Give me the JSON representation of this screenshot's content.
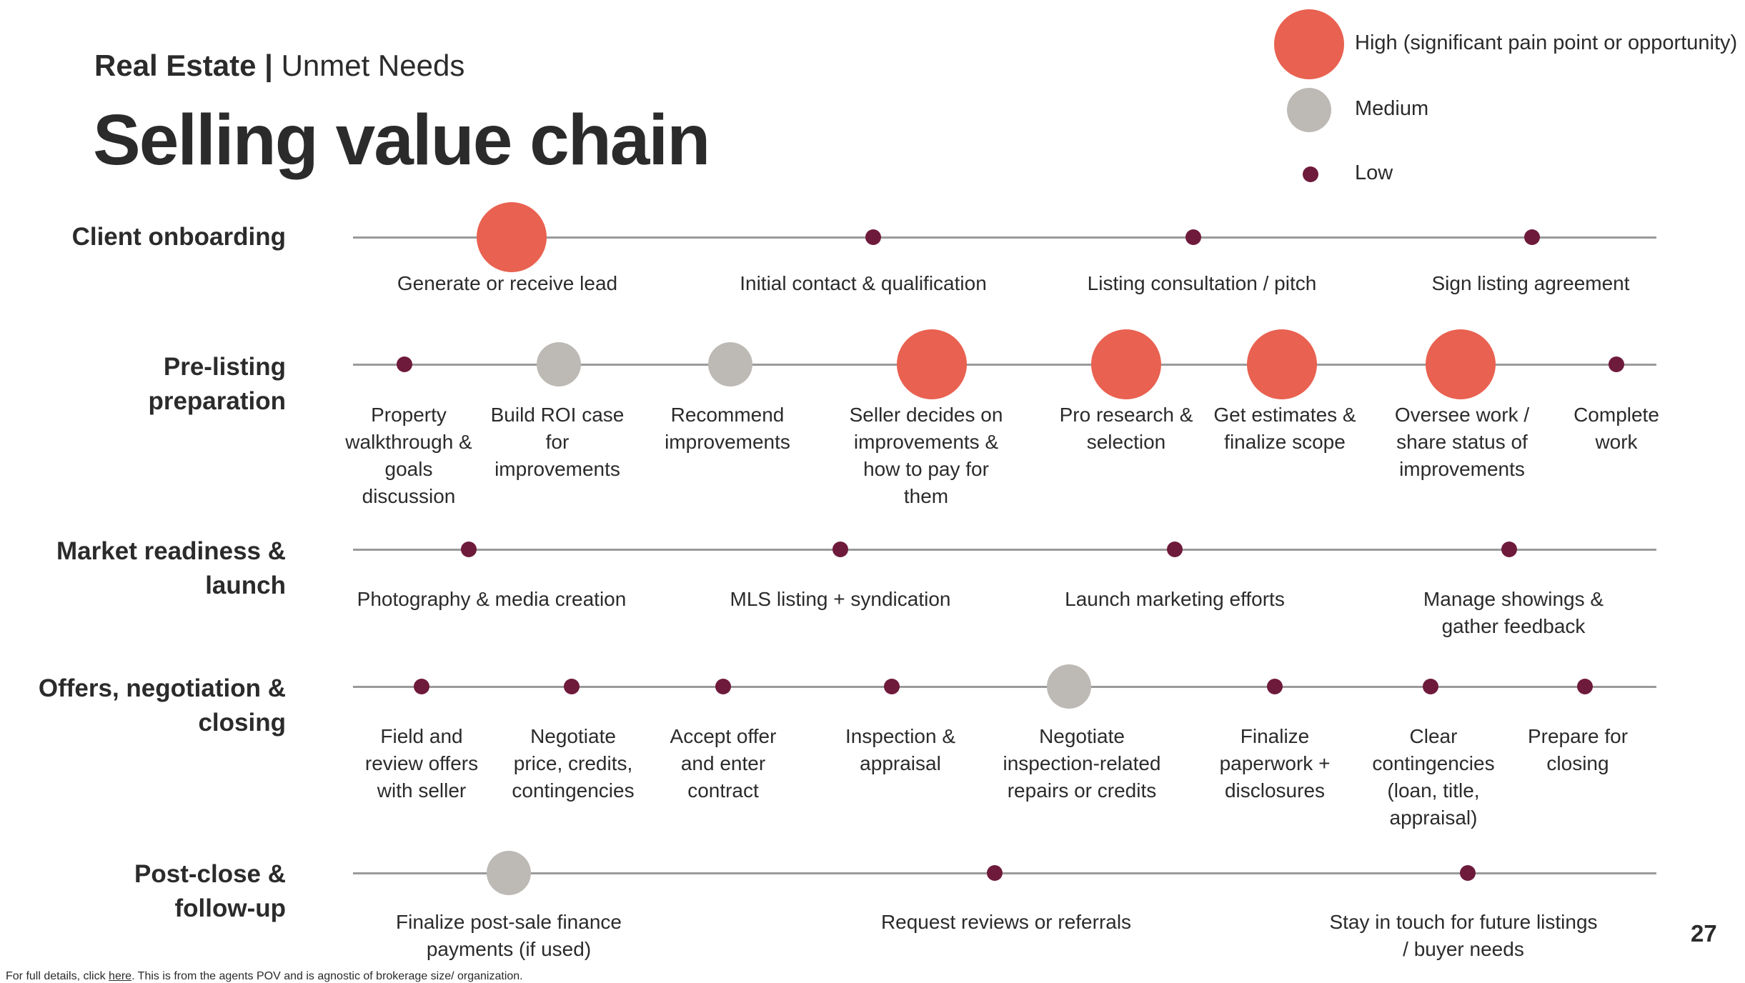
{
  "header": {
    "category": "Real Estate",
    "separator": "|",
    "topic": "Unmet Needs",
    "title": "Selling value chain"
  },
  "colors": {
    "high": "#E96150",
    "medium": "#BDBAB5",
    "low": "#6E1A3B",
    "line": "#9A9A9A",
    "text": "#2B2B2B"
  },
  "legend": [
    {
      "level": "high",
      "label": "High (significant pain point or opportunity)"
    },
    {
      "level": "medium",
      "label": "Medium"
    },
    {
      "level": "low",
      "label": "Low"
    }
  ],
  "sections": [
    {
      "id": "client-onboarding",
      "label": "Client onboarding",
      "steps": [
        {
          "label": "Generate or receive lead",
          "level": "high"
        },
        {
          "label": "Initial contact & qualification",
          "level": "low"
        },
        {
          "label": "Listing consultation / pitch",
          "level": "low"
        },
        {
          "label": "Sign listing agreement",
          "level": "low"
        }
      ]
    },
    {
      "id": "pre-listing-preparation",
      "label": "Pre-listing\npreparation",
      "steps": [
        {
          "label": "Property\nwalkthrough &\ngoals\ndiscussion",
          "level": "low"
        },
        {
          "label": "Build ROI case\nfor\nimprovements",
          "level": "medium"
        },
        {
          "label": "Recommend\nimprovements",
          "level": "medium"
        },
        {
          "label": "Seller decides on\nimprovements  &\nhow to pay for\nthem",
          "level": "high"
        },
        {
          "label": "Pro research &\nselection",
          "level": "high"
        },
        {
          "label": "Get estimates &\nfinalize scope",
          "level": "high"
        },
        {
          "label": "Oversee work /\nshare status of\nimprovements",
          "level": "high"
        },
        {
          "label": "Complete\nwork",
          "level": "low"
        }
      ]
    },
    {
      "id": "market-readiness",
      "label": "Market readiness &\nlaunch",
      "steps": [
        {
          "label": "Photography & media creation",
          "level": "low"
        },
        {
          "label": "MLS listing + syndication",
          "level": "low"
        },
        {
          "label": "Launch marketing efforts",
          "level": "low"
        },
        {
          "label": "Manage showings &\ngather feedback",
          "level": "low"
        }
      ]
    },
    {
      "id": "offers-negotiation-closing",
      "label": "Offers, negotiation &\nclosing",
      "steps": [
        {
          "label": "Field and\nreview offers\nwith seller",
          "level": "low"
        },
        {
          "label": "Negotiate\nprice, credits,\ncontingencies",
          "level": "low"
        },
        {
          "label": "Accept offer\nand enter\ncontract",
          "level": "low"
        },
        {
          "label": "Inspection &\nappraisal",
          "level": "low"
        },
        {
          "label": "Negotiate\ninspection-related\nrepairs or credits",
          "level": "medium"
        },
        {
          "label": "Finalize\npaperwork +\ndisclosures",
          "level": "low"
        },
        {
          "label": "Clear\ncontingencies\n(loan, title,\nappraisal)",
          "level": "low"
        },
        {
          "label": "Prepare for\nclosing",
          "level": "low"
        }
      ]
    },
    {
      "id": "post-close-follow-up",
      "label": "Post-close &\nfollow-up",
      "steps": [
        {
          "label": "Finalize post-sale finance\npayments (if used)",
          "level": "medium"
        },
        {
          "label": "Request reviews or referrals",
          "level": "low"
        },
        {
          "label": "Stay in touch for future listings\n/ buyer needs",
          "level": "low"
        }
      ]
    }
  ],
  "footer": {
    "note_prefix": "For full details, click ",
    "note_link": "here",
    "note_suffix": ". This is from the agents POV and is agnostic of brokerage size/ organization.",
    "page_number": "27"
  }
}
